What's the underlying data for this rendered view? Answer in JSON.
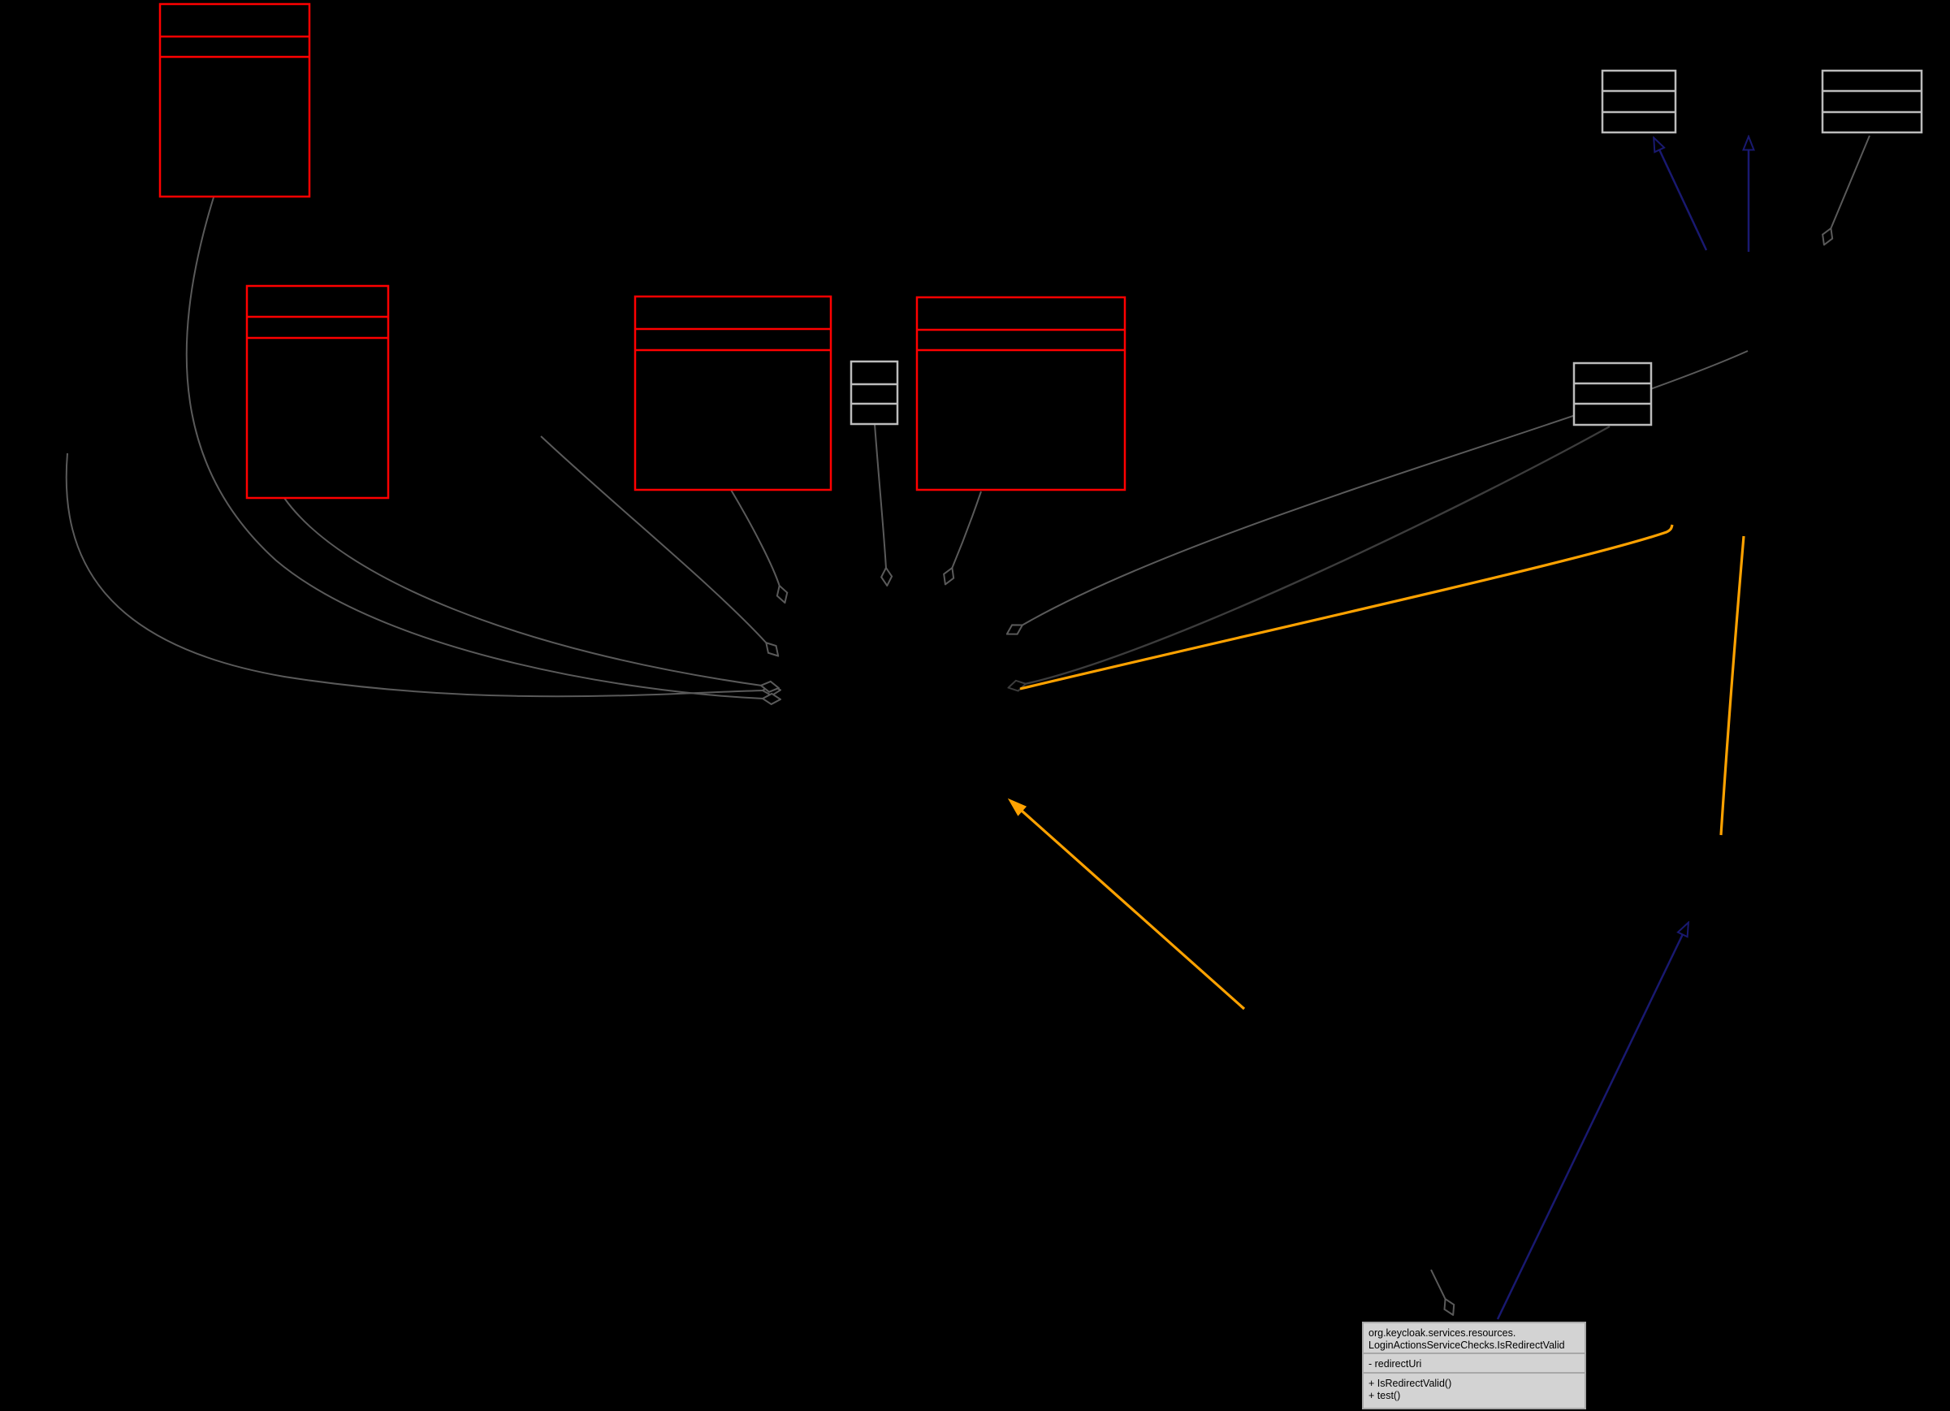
{
  "diagram": {
    "type": "uml-collaboration-graph",
    "main_class": {
      "title_line1": "org.keycloak.services.resources.",
      "title_line2": "LoginActionsServiceChecks.IsRedirectValid",
      "attributes": [
        "- redirectUri"
      ],
      "methods": [
        "+ IsRedirectValid()",
        "+ test()"
      ]
    },
    "colors": {
      "background": "#000000",
      "truncated_node_border": "#ff0000",
      "node_border": "#bcbcbc",
      "main_node_fill": "#d3d3d3",
      "main_node_border": "#a8a8a8",
      "edge_gray": "#5a5a5a",
      "edge_dark_gray": "#3c3c3c",
      "inheritance_blue": "#191970",
      "template_orange": "#ffa200",
      "text": "#000000"
    }
  }
}
